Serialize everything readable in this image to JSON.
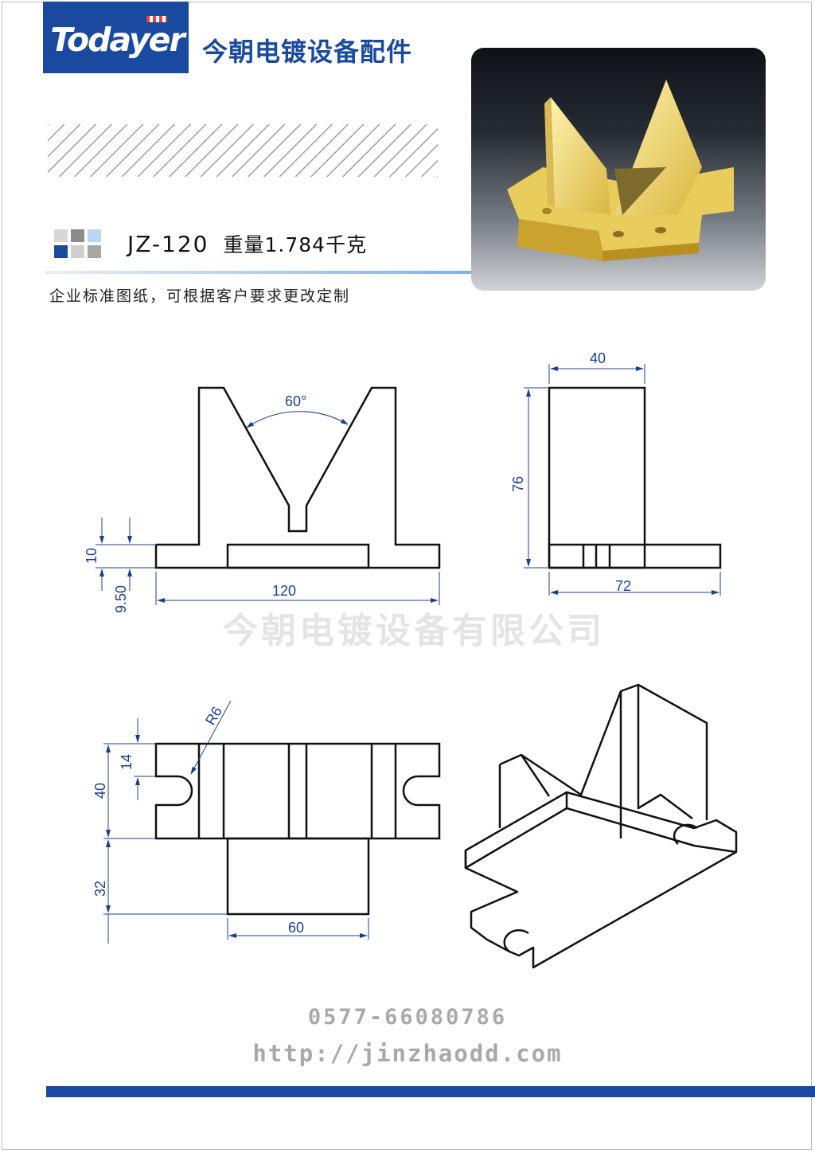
{
  "brand": {
    "logo_text": "Todayer",
    "company_name": "今朝电镀设备配件",
    "color": "#1a4aa0"
  },
  "product": {
    "model": "JZ-120",
    "weight_label": "重量1.784千克",
    "subtitle": "企业标准图纸，可根据客户要求更改定制",
    "photo_icon": "v-block-photo"
  },
  "drawing": {
    "front": {
      "angle": "60°",
      "dim_top": "10",
      "dim_bottom": "9.50",
      "width": "120"
    },
    "side": {
      "width_top": "40",
      "height": "76",
      "width_bottom": "72"
    },
    "plan": {
      "radius": "R6",
      "slot": "14",
      "depth": "40",
      "extension": "32",
      "ext_width": "60"
    }
  },
  "watermark": "今朝电镀设备有限公司",
  "contact": {
    "phone": "0577-66080786",
    "url": "http://jinzhaodd.com"
  },
  "colors": {
    "swatches": [
      "#d7d7d7",
      "#8c8c8c",
      "#b9d6f2",
      "#1a4aa0",
      "#cfcfcf",
      "#a7a7a7"
    ],
    "dimension": "#1b3f8f"
  }
}
